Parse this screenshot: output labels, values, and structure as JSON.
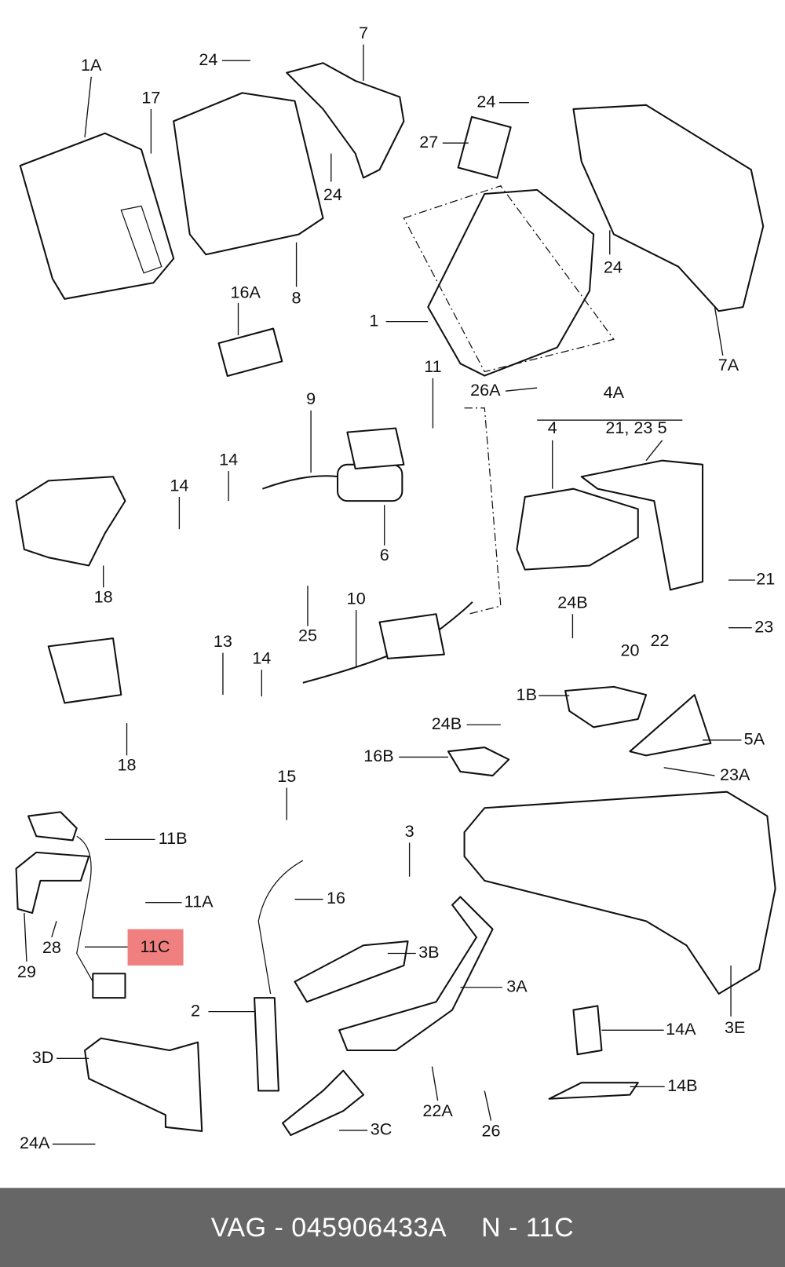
{
  "highlight_color": "#f08080",
  "highlighted_label": "11C",
  "labels": {
    "l1A": "1A",
    "l17": "17",
    "l24a": "24",
    "l7": "7",
    "l24b": "24",
    "l8": "8",
    "l16A": "16A",
    "l24c": "24",
    "l27": "27",
    "l24d": "24",
    "l1": "1",
    "l7A": "7A",
    "l26A": "26A",
    "l4A": "4A",
    "l4": "4",
    "l2123": "21, 23",
    "l5": "5",
    "l11": "11",
    "l9": "9",
    "l14a": "14",
    "l14b": "14",
    "l6": "6",
    "l18a": "18",
    "l25": "25",
    "l10": "10",
    "l21": "21",
    "l23": "23",
    "l24B": "24B",
    "l20": "20",
    "l22": "22",
    "l13": "13",
    "l14c": "14",
    "l1B": "1B",
    "l24B2": "24B",
    "l16B": "16B",
    "l5A": "5A",
    "l23A": "23A",
    "l18b": "18",
    "l15": "15",
    "l11B": "11B",
    "l11A": "11A",
    "l3": "3",
    "l16": "16",
    "l11C": "11C",
    "l28": "28",
    "l29": "29",
    "l3B": "3B",
    "l3A": "3A",
    "l2": "2",
    "l3E": "3E",
    "l14A": "14A",
    "l3D": "3D",
    "l14B": "14B",
    "l22A": "22A",
    "l3C": "3C",
    "l26": "26",
    "l24A": "24A"
  },
  "footer": {
    "part_number": "VAG - 045906433A",
    "position": "N - 11C"
  }
}
